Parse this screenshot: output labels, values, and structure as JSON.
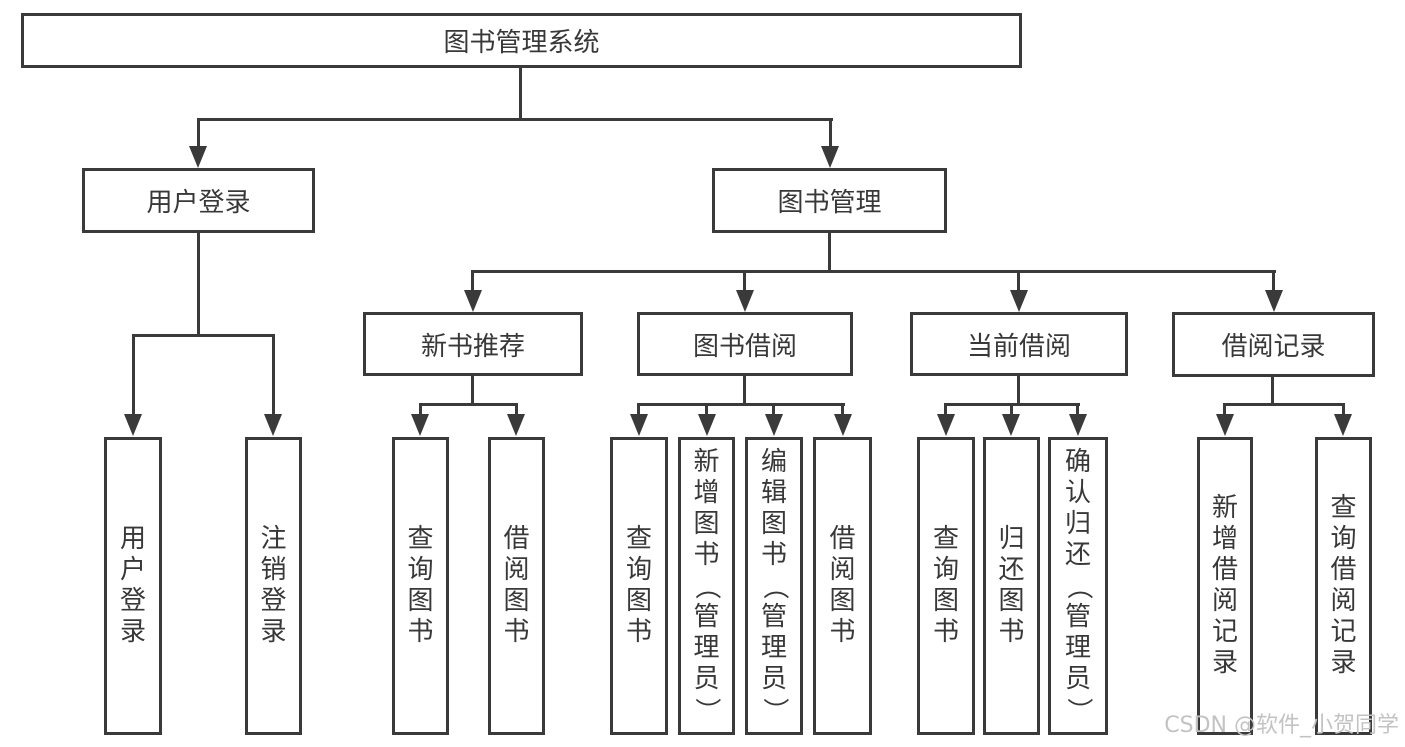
{
  "diagram": {
    "root": "图书管理系统",
    "branches": {
      "user_login": "用户登录",
      "book_mgmt": "图书管理"
    },
    "modules": {
      "new_book_rec": "新书推荐",
      "book_borrow": "图书借阅",
      "current_borrow": "当前借阅",
      "borrow_record": "借阅记录"
    },
    "leaves": {
      "user_login_leaf": "用户登录",
      "logout": "注销登录",
      "rec_query_book": "查询图书",
      "rec_borrow_book": "借阅图书",
      "bb_query_book": "查询图书",
      "bb_add_book": "新增图书（管理员）",
      "bb_edit_book": "编辑图书（管理员）",
      "bb_borrow_book": "借阅图书",
      "cb_query_book": "查询图书",
      "cb_return_book": "归还图书",
      "cb_confirm_return": "确认归还（管理员）",
      "br_add_record": "新增借阅记录",
      "br_query_record": "查询借阅记录"
    }
  },
  "watermark": "CSDN @软件_小贺同学"
}
